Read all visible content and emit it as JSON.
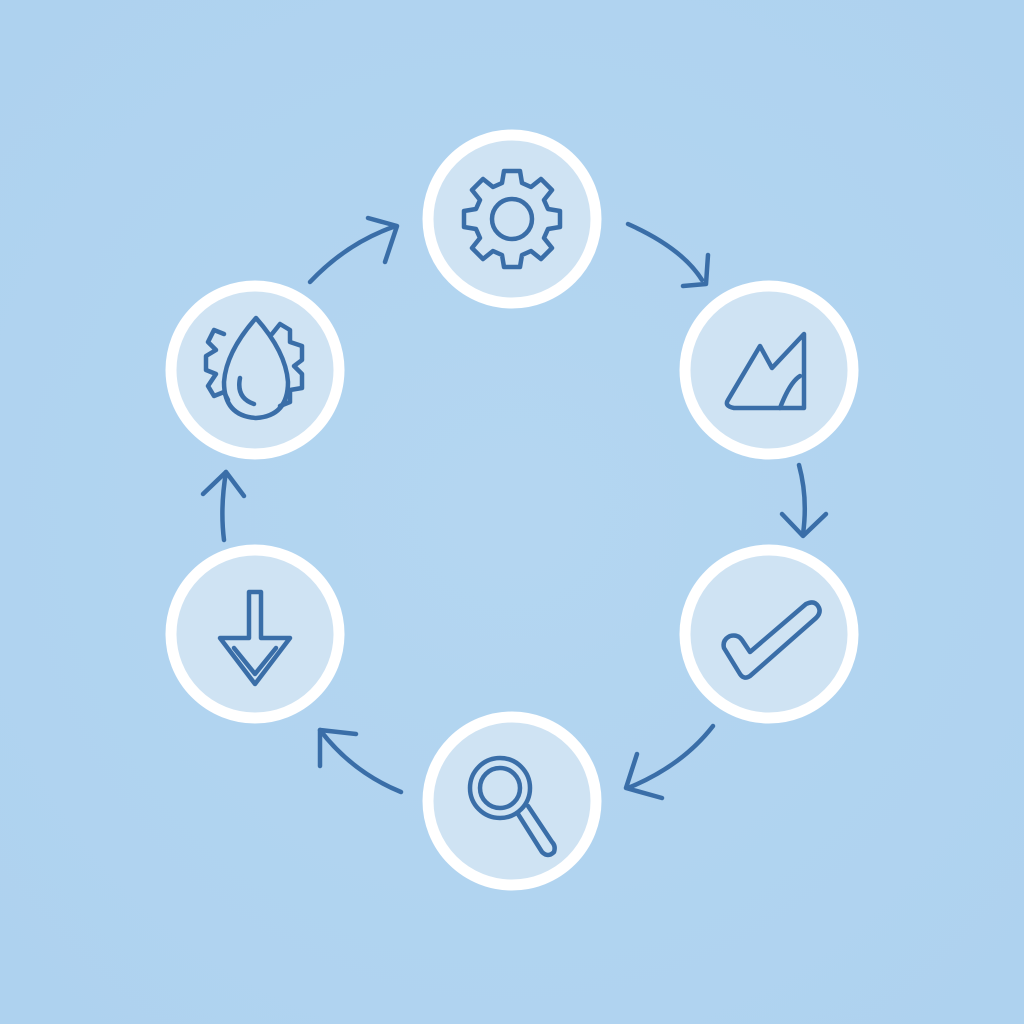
{
  "colors": {
    "background": "#afd3f0",
    "node_fill": "#cfe3f3",
    "node_ring": "#ffffff",
    "icon_stroke": "#3a6ea8",
    "arrow_stroke": "#3a6ea8"
  },
  "cycle": {
    "direction": "clockwise",
    "nodes": [
      {
        "id": "settings",
        "icon": "gear-icon"
      },
      {
        "id": "shape",
        "icon": "abstract-shape-icon"
      },
      {
        "id": "approve",
        "icon": "checkmark-icon"
      },
      {
        "id": "inspect",
        "icon": "magnifier-icon"
      },
      {
        "id": "download",
        "icon": "arrow-down-icon"
      },
      {
        "id": "process",
        "icon": "droplet-gear-icon"
      }
    ],
    "arrows": [
      {
        "from": "settings",
        "to": "shape"
      },
      {
        "from": "shape",
        "to": "approve"
      },
      {
        "from": "approve",
        "to": "inspect"
      },
      {
        "from": "inspect",
        "to": "download"
      },
      {
        "from": "download",
        "to": "process"
      },
      {
        "from": "process",
        "to": "settings"
      }
    ]
  }
}
